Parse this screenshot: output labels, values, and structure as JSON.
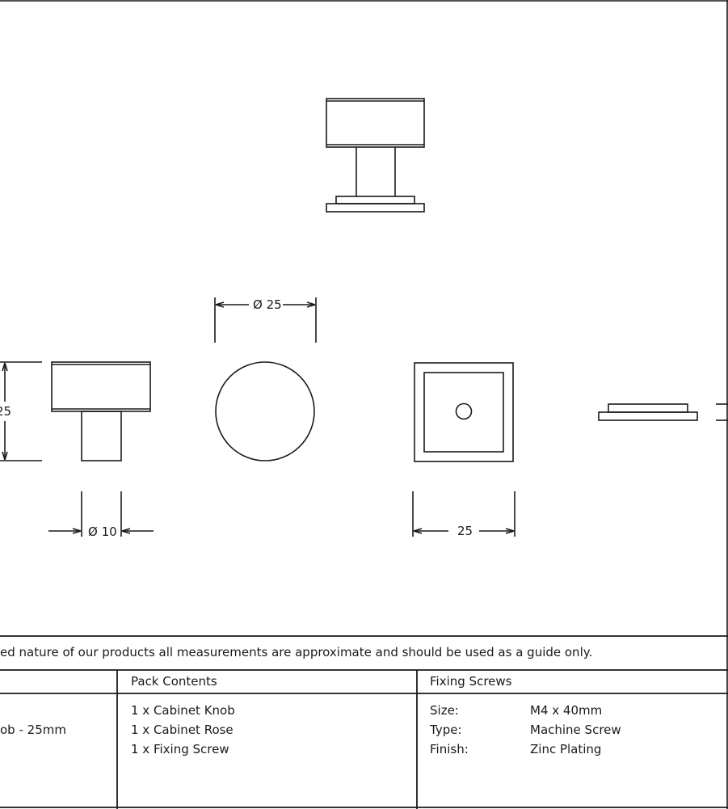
{
  "dimensions": {
    "diameter_head": "Ø 25",
    "height": "25",
    "diameter_stem": "Ø 10",
    "rose_width": "25"
  },
  "note": "ed nature of our products all measurements are approximate and should be used as a guide only.",
  "table": {
    "product_cell": "ob - 25mm",
    "pack_contents": {
      "header": "Pack Contents",
      "items": [
        "1 x Cabinet Knob",
        "1 x Cabinet Rose",
        "1 x Fixing Screw"
      ]
    },
    "fixing_screws": {
      "header": "Fixing Screws",
      "rows": [
        {
          "label": "Size:",
          "value": "M4 x 40mm"
        },
        {
          "label": "Type:",
          "value": "Machine Screw"
        },
        {
          "label": "Finish:",
          "value": "Zinc Plating"
        }
      ]
    }
  }
}
